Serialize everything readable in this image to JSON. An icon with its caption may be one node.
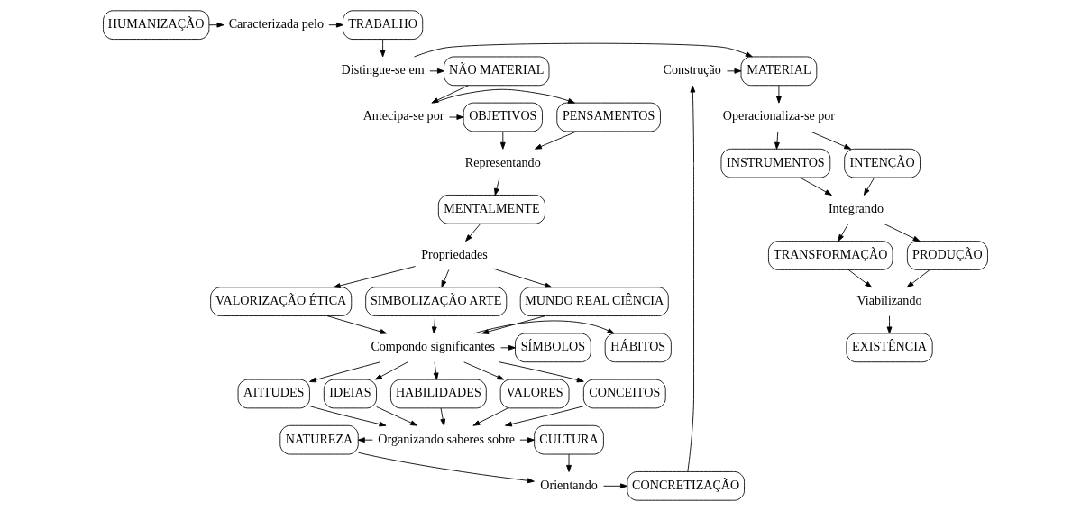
{
  "diagram": {
    "nodes": [
      {
        "text": [
          "HUMANIZAÇÃO"
        ]
      },
      {
        "text": [
          "Caracterizada pelo"
        ]
      },
      {
        "text": [
          "TRABALHO"
        ]
      },
      {
        "text": [
          "Construção"
        ]
      },
      {
        "text": [
          "MATERIAL"
        ]
      },
      {
        "text": [
          "Distingue-se em"
        ]
      },
      {
        "text": [
          "NÃO MATERIAL"
        ]
      },
      {
        "text": [
          "Operacionaliza-se por"
        ]
      },
      {
        "text": [
          "OBJETIVOS"
        ]
      },
      {
        "text": [
          "Antecipa-se por"
        ]
      },
      {
        "text": [
          "PENSAMENTOS"
        ]
      },
      {
        "text": [
          "INTENÇÃO"
        ]
      },
      {
        "text": [
          "Representando"
        ]
      },
      {
        "text": [
          "INSTRUMENTOS"
        ]
      },
      {
        "text": [
          "MENTALMENTE"
        ]
      },
      {
        "text": [
          "Integrando"
        ]
      },
      {
        "text": [
          "PRODUÇÃO"
        ]
      },
      {
        "text": [
          "TRANSFORMAÇÃO"
        ]
      },
      {
        "text": [
          "Propriedades"
        ]
      },
      {
        "text": [
          "Viabilizando"
        ]
      },
      {
        "text": [
          "SIMBOLIZAÇÃO ARTE"
        ]
      },
      {
        "text": [
          "MUNDO REAL CIÊNCIA"
        ]
      },
      {
        "text": [
          "VALORIZAÇÃO ÉTICA"
        ]
      },
      {
        "text": [
          "EXISTÊNCIA"
        ]
      },
      {
        "text": [
          "SÍMBOLOS"
        ]
      },
      {
        "text": [
          "Compondo significantes"
        ]
      },
      {
        "text": [
          "HÁBITOS"
        ]
      },
      {
        "text": [
          "CONCEITOS"
        ]
      },
      {
        "text": [
          "ATITUDES"
        ]
      },
      {
        "text": [
          "IDEIAS"
        ]
      },
      {
        "text": [
          "HABILIDADES"
        ]
      },
      {
        "text": [
          "VALORES"
        ]
      },
      {
        "text": [
          "NATUREZA"
        ]
      },
      {
        "text": [
          "Organizando saberes sobre"
        ]
      },
      {
        "text": [
          "CULTURA"
        ]
      },
      {
        "text": [
          "CONCRETIZAÇÃO"
        ]
      },
      {
        "text": [
          "Orientando"
        ]
      }
    ],
    "edges": [
      {
        "from": 0,
        "to": 1,
        "arrow": "to"
      },
      {
        "from": 1,
        "to": 2,
        "arrow": "to"
      },
      {
        "from": 2,
        "to": 5,
        "arrow": "to"
      },
      {
        "from": 3,
        "to": 4,
        "arrow": "to"
      },
      {
        "from": 5,
        "to": 4,
        "arrow": "to"
      },
      {
        "from": 5,
        "to": 6,
        "arrow": "to"
      },
      {
        "from": 4,
        "to": 7,
        "arrow": "to"
      },
      {
        "from": 6,
        "to": 9,
        "arrow": "to"
      },
      {
        "from": 9,
        "to": 8,
        "arrow": "to"
      },
      {
        "from": 9,
        "to": 10,
        "arrow": "to"
      },
      {
        "from": 8,
        "to": 12,
        "arrow": "to"
      },
      {
        "from": 10,
        "to": 12,
        "arrow": "to"
      },
      {
        "from": 7,
        "to": 11,
        "arrow": "to"
      },
      {
        "from": 7,
        "to": 13,
        "arrow": "to"
      },
      {
        "from": 12,
        "to": 14,
        "arrow": "to"
      },
      {
        "from": 11,
        "to": 15,
        "arrow": "to"
      },
      {
        "from": 13,
        "to": 15,
        "arrow": "to"
      },
      {
        "from": 14,
        "to": 18,
        "arrow": "to"
      },
      {
        "from": 15,
        "to": 16,
        "arrow": "to"
      },
      {
        "from": 15,
        "to": 17,
        "arrow": "to"
      },
      {
        "from": 16,
        "to": 19,
        "arrow": "to"
      },
      {
        "from": 17,
        "to": 19,
        "arrow": "to"
      },
      {
        "from": 18,
        "to": 20,
        "arrow": "to"
      },
      {
        "from": 18,
        "to": 21,
        "arrow": "to"
      },
      {
        "from": 18,
        "to": 22,
        "arrow": "to"
      },
      {
        "from": 19,
        "to": 23,
        "arrow": "to"
      },
      {
        "from": 20,
        "to": 25,
        "arrow": "to"
      },
      {
        "from": 21,
        "to": 25,
        "arrow": "to"
      },
      {
        "from": 22,
        "to": 25,
        "arrow": "to"
      },
      {
        "from": 25,
        "to": 24,
        "arrow": "to"
      },
      {
        "from": 25,
        "to": 26,
        "arrow": "to"
      },
      {
        "from": 25,
        "to": 27,
        "arrow": "to"
      },
      {
        "from": 25,
        "to": 28,
        "arrow": "to"
      },
      {
        "from": 25,
        "to": 29,
        "arrow": "to"
      },
      {
        "from": 25,
        "to": 30,
        "arrow": "to"
      },
      {
        "from": 25,
        "to": 31,
        "arrow": "to"
      },
      {
        "from": 27,
        "to": 33,
        "arrow": "to"
      },
      {
        "from": 28,
        "to": 33,
        "arrow": "to"
      },
      {
        "from": 29,
        "to": 33,
        "arrow": "to"
      },
      {
        "from": 30,
        "to": 33,
        "arrow": "to"
      },
      {
        "from": 31,
        "to": 33,
        "arrow": "to"
      },
      {
        "from": 33,
        "to": 32,
        "arrow": "to"
      },
      {
        "from": 33,
        "to": 34,
        "arrow": "to"
      },
      {
        "from": 32,
        "to": 36,
        "arrow": "to"
      },
      {
        "from": 34,
        "to": 36,
        "arrow": "to"
      },
      {
        "from": 36,
        "to": 35,
        "arrow": "to"
      },
      {
        "from": 35,
        "to": 3,
        "arrow": "to"
      }
    ]
  }
}
